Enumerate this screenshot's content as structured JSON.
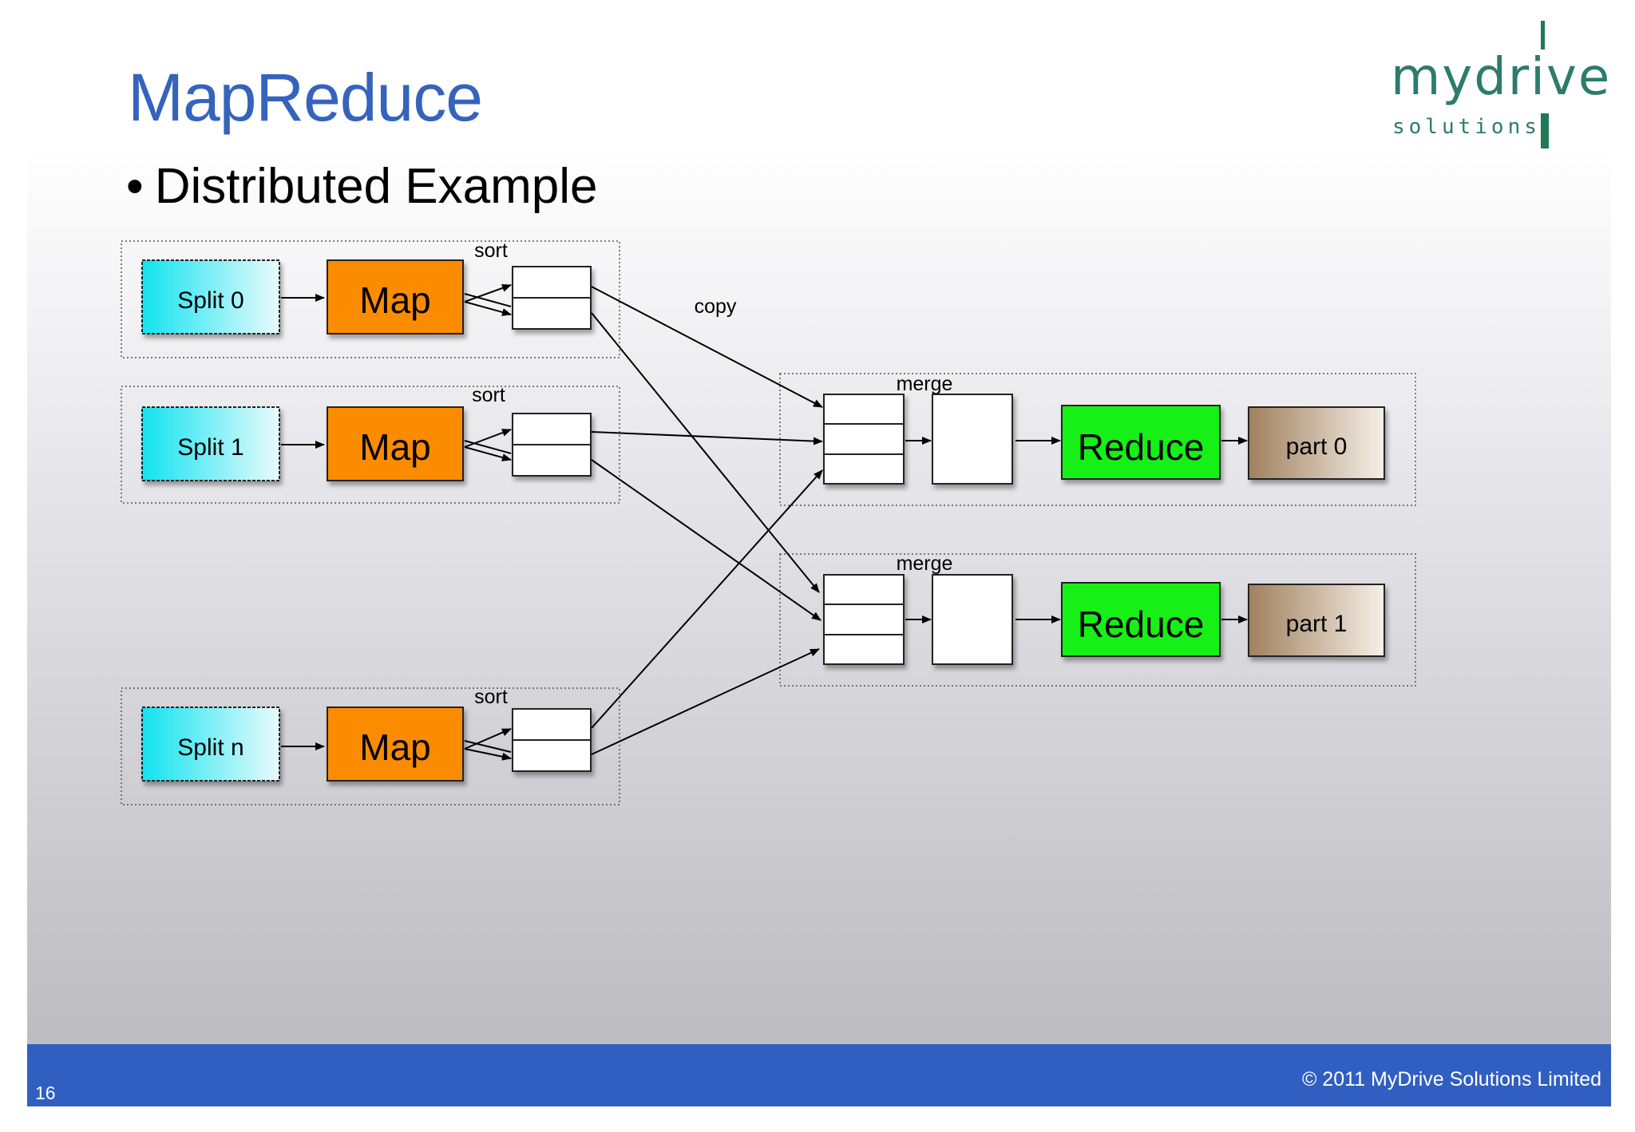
{
  "slide": {
    "title": "MapReduce",
    "bullet": "Distributed Example",
    "page_number": "16",
    "copyright": "© 2011 MyDrive Solutions Limited"
  },
  "logo": {
    "word": "mydrive",
    "tagline": "solutions"
  },
  "diagram": {
    "map_rows": [
      {
        "split": "Split 0",
        "map": "Map",
        "sort": "sort"
      },
      {
        "split": "Split 1",
        "map": "Map",
        "sort": "sort"
      },
      {
        "split": "Split n",
        "map": "Map",
        "sort": "sort"
      }
    ],
    "copy_label": "copy",
    "reduce_rows": [
      {
        "merge": "merge",
        "reduce": "Reduce",
        "part": "part 0"
      },
      {
        "merge": "merge",
        "reduce": "Reduce",
        "part": "part 1"
      }
    ]
  },
  "colors": {
    "split": "#19e6f0",
    "map": "#fb8c00",
    "reduce": "#14f014",
    "part": "#a78a6a",
    "title": "#3563bd",
    "footer": "#305fc1"
  }
}
